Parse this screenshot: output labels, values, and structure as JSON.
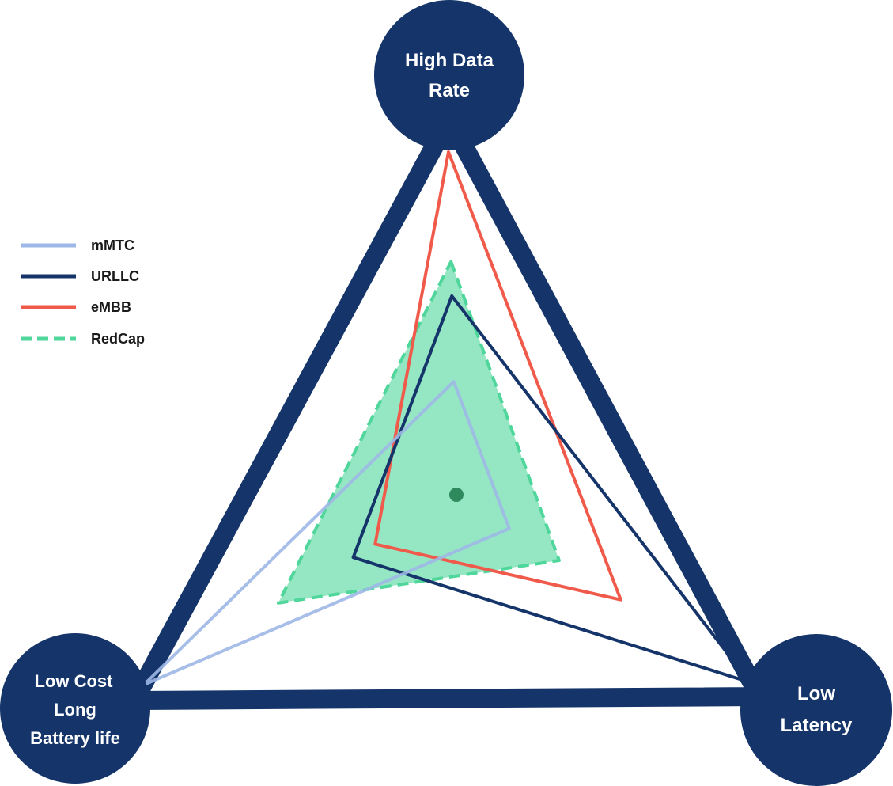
{
  "colors": {
    "navy": "#14346a",
    "mmtc": "#9db8e6",
    "urllc": "#14346a",
    "embb": "#f05a4a",
    "redcap": "#4fd69b",
    "redcap_fill": "#4fd69b",
    "center_dot": "#2e8a5c",
    "node_text": "#ffffff"
  },
  "nodes": {
    "top": {
      "lines": [
        "High Data",
        "Rate"
      ]
    },
    "left": {
      "lines": [
        "Low Cost",
        "Long",
        "Battery life"
      ]
    },
    "right": {
      "lines": [
        "Low",
        "Latency"
      ]
    }
  },
  "legend": [
    {
      "label": "mMTC",
      "style": "solid",
      "color_key": "mmtc"
    },
    {
      "label": "URLLC",
      "style": "solid",
      "color_key": "urllc"
    },
    {
      "label": "eMBB",
      "style": "solid",
      "color_key": "embb"
    },
    {
      "label": "RedCap",
      "style": "dashed",
      "color_key": "redcap"
    }
  ],
  "series": [
    {
      "name": "mMTC",
      "axes": {
        "high_data_rate": 0.33,
        "low_latency": 0.18,
        "low_cost_long_battery_life": 1.0
      }
    },
    {
      "name": "URLLC",
      "axes": {
        "high_data_rate": 0.58,
        "low_latency": 1.0,
        "low_cost_long_battery_life": 0.33
      }
    },
    {
      "name": "eMBB",
      "axes": {
        "high_data_rate": 1.0,
        "low_latency": 0.56,
        "low_cost_long_battery_life": 0.26
      }
    },
    {
      "name": "RedCap",
      "axes": {
        "high_data_rate": 0.68,
        "low_latency": 0.35,
        "low_cost_long_battery_life": 0.57
      }
    }
  ]
}
